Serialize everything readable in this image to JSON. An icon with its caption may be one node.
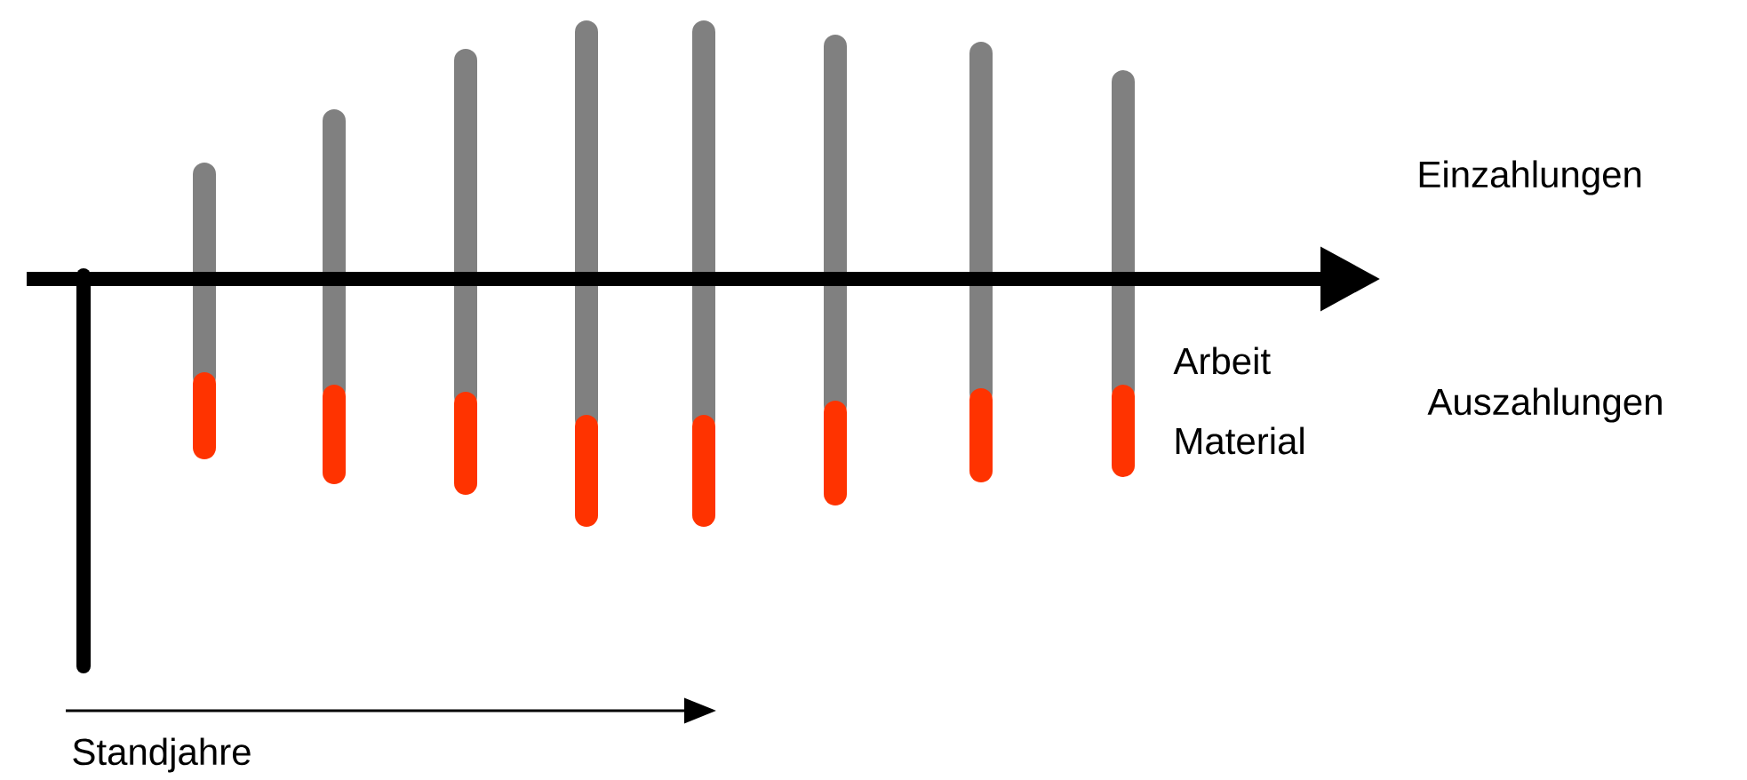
{
  "diagram": {
    "labels": [
      "Einzahlungen",
      "Arbeit",
      "Auszahlungen",
      "Material",
      "Standjahre"
    ]
  }
}
